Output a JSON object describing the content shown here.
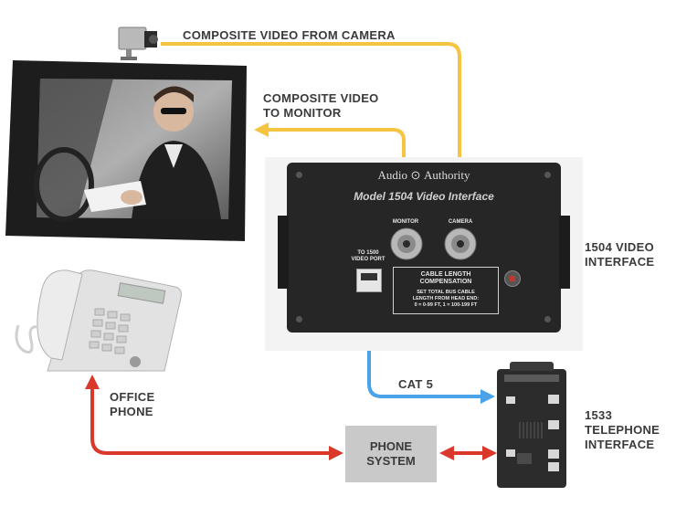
{
  "labels": {
    "camera_feed": "COMPOSITE VIDEO FROM CAMERA",
    "monitor_feed_line1": "COMPOSITE VIDEO",
    "monitor_feed_line2": "TO MONITOR",
    "interface_1504_line1": "1504 VIDEO",
    "interface_1504_line2": "INTERFACE",
    "cat5": "CAT 5",
    "office_phone_line1": "OFFICE",
    "office_phone_line2": "PHONE",
    "phone_system_line1": "PHONE",
    "phone_system_line2": "SYSTEM",
    "interface_1533_line1": "1533",
    "interface_1533_line2": "TELEPHONE",
    "interface_1533_line3": "INTERFACE"
  },
  "device_1504": {
    "brand": "Audio",
    "brand2": "Authority",
    "model": "Model 1504 Video Interface",
    "port_monitor": "MONITOR",
    "port_camera": "CAMERA",
    "port_video_line1": "TO 1500",
    "port_video_line2": "VIDEO PORT",
    "comp_title_line1": "CABLE LENGTH",
    "comp_title_line2": "COMPENSATION",
    "comp_note_line1": "SET TOTAL BUS CABLE",
    "comp_note_line2": "LENGTH FROM HEAD END:",
    "comp_note_line3": "0 = 0-99 FT, 1 = 100-199 FT"
  },
  "colors": {
    "video_wire": "#f5c542",
    "cat5_wire": "#4aa3e8",
    "phone_wire": "#d9382b",
    "label_text": "#3a3a3a"
  }
}
